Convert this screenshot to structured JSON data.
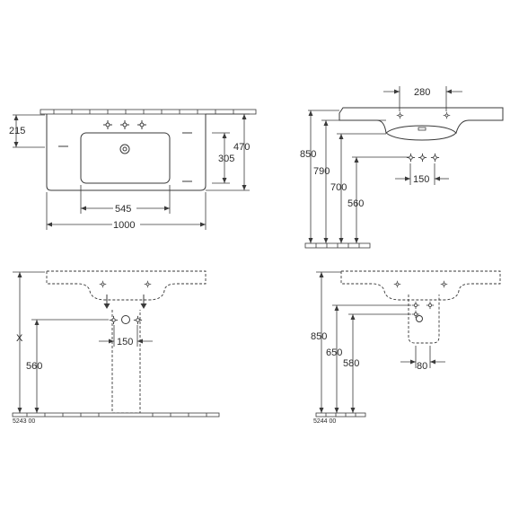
{
  "front_view": {
    "dim_215": "215",
    "dim_470": "470",
    "dim_305": "305",
    "dim_545": "545",
    "dim_1000": "1000"
  },
  "side_view": {
    "dim_280": "280",
    "dim_850": "850",
    "dim_790": "790",
    "dim_700": "700",
    "dim_560": "560",
    "dim_150": "150"
  },
  "model_5243": {
    "dim_x": "X",
    "dim_560": "560",
    "dim_150": "150",
    "model_code": "5243 00"
  },
  "model_5244": {
    "dim_850": "850",
    "dim_650": "650",
    "dim_580": "580",
    "dim_80": "80",
    "model_code": "5244 00"
  },
  "colors": {
    "line": "#3a3a3a",
    "text": "#2a2a2a",
    "background": "#ffffff"
  }
}
